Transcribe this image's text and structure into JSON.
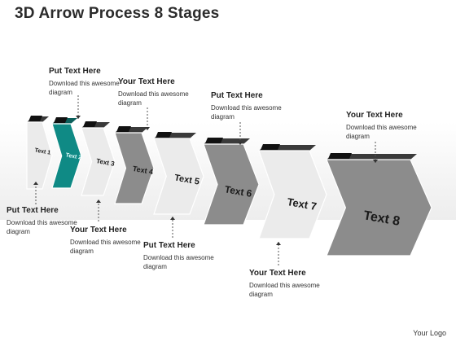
{
  "title": "3D Arrow Process 8 Stages",
  "stages": [
    {
      "label": "Text 1"
    },
    {
      "label": "Text 2"
    },
    {
      "label": "Text 3"
    },
    {
      "label": "Text 4"
    },
    {
      "label": "Text 5"
    },
    {
      "label": "Text 6"
    },
    {
      "label": "Text 7"
    },
    {
      "label": "Text 8"
    }
  ],
  "callouts": [
    {
      "title": "Put Text Here",
      "body": "Download this awesome diagram"
    },
    {
      "title": "Put Text Here",
      "body": "Download this awesome diagram"
    },
    {
      "title": "Your Text Here",
      "body": "Download this awesome diagram"
    },
    {
      "title": "Your Text Here",
      "body": "Download this awesome diagram"
    },
    {
      "title": "Put Text Here",
      "body": "Download this awesome diagram"
    },
    {
      "title": "Put Text Here",
      "body": "Download this awesome diagram"
    },
    {
      "title": "Your Text Here",
      "body": "Download this awesome diagram"
    },
    {
      "title": "Your Text Here",
      "body": "Download this awesome diagram"
    }
  ],
  "logo_text": "Your Logo",
  "colors": {
    "highlight": "#0f8a85",
    "dark_fill": "#8c8c8c",
    "light_fill": "#ebebeb",
    "tab": "#111111"
  }
}
